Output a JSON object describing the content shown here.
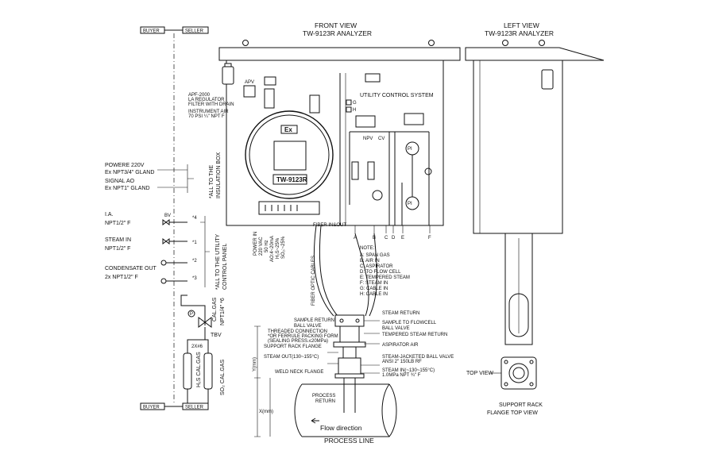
{
  "views": {
    "front_title": "FRONT VIEW",
    "front_subtitle": "TW-9123R ANALYZER",
    "left_title": "LEFT VIEW",
    "left_subtitle": "TW-9123R ANALYZER",
    "top_view": "TOP VIEW",
    "support_rack_1": "SUPPORT RACK",
    "support_rack_2": "FLANGE TOP VIEW"
  },
  "boundary": {
    "buyer": "BUYER",
    "seller": "SELLER"
  },
  "analyzer": {
    "ex_label": "Ex",
    "model": "TW-9123R",
    "utility_title": "UTILITY CONTROL SYSTEM",
    "fiber": "FIBER IN&OUT",
    "apv": "APV",
    "filter_1": "APF-2000",
    "filter_2": "LA REGULATOR",
    "filter_3": "FILTER WITH DRAIN",
    "filter_4": "INSTRUMENT AIR",
    "filter_5": "70 PSI ¼\" NPT F",
    "g": "G",
    "h": "H",
    "npv": "NPV",
    "cv": "CV",
    "pi": "PI"
  },
  "power": {
    "l1": "POWER IN",
    "l2": "220 VAC",
    "l3": "50 Hz",
    "s1": "AO:4~20mA",
    "s2": "H₂S~25%",
    "s3": "SO₂:~25%"
  },
  "ports": [
    "A",
    "B",
    "C",
    "D",
    "E",
    "F"
  ],
  "notes": {
    "title": "NOTE:",
    "items": [
      "A: SPAN GAS",
      "B: AIR IN",
      "C: ASPIRATOR",
      "D: TO FLOW CELL",
      "E: TEMPERED STEAM",
      "F: STEAM IN",
      "G: CABLE IN",
      "H: CABLE IN"
    ]
  },
  "left_labels": {
    "power_1": "POWERE 220V",
    "power_2": "Ex NPT3/4\" GLAND",
    "signal_1": "SIGNAL AO",
    "signal_2": "Ex NPT1\" GLAND",
    "insulation_1": "*ALL TO THE",
    "insulation_2": "INSULATION BOX",
    "ia_1": "I.A.",
    "ia_2": "NPT1/2\" F",
    "steam_1": "STEAM IN",
    "steam_2": "NPT1/2\" F",
    "cond_1": "CONDENSATE OUT",
    "cond_2": "2x NPT1/2\" F",
    "utility_1": "*ALL TO THE UTILITY",
    "utility_2": "CONTROL PANEL",
    "bv": "BV",
    "n4": "*4",
    "n1": "*1",
    "n2": "*2",
    "n3": "*3",
    "cal_1": "CAL.GAS",
    "cal_2": "NPT1/4\" *6",
    "tbv": "TBV",
    "p": "P",
    "twox": "2X#6",
    "h2s_cal": "H₂S CAL.GAS",
    "so2_cal": "SO₂ CAL.GAS"
  },
  "probe": {
    "fiber_cables": "FIBER OPTIC CABLES",
    "steam_return": "STEAM RETURN",
    "sample_return": "SAMPLE RETURN",
    "sample_flowcell": "SAMPLE TO FLOWCELL",
    "ball_valve_1": "BALL VALVE",
    "ball_valve_2": "BALL VALVE",
    "tempered_return": "TEMPERED STEAM RETURN",
    "threaded": "THREADED CONNECTION",
    "ferrule_1": "*OR FERRULE PACKING FORM",
    "ferrule_2": "(SEALING PRESS.≤20MPa)",
    "rack_flange": "SUPPORT RACK FLANGE",
    "aspirator_air": "ASPIRATOR AIR",
    "steam_out": "STEAM OUT(130~155°C)",
    "jacketed_1": "STEAM-JACKETED BALL VALVE",
    "jacketed_2": "ANSI 2\" 150LB RF",
    "steam_in_1": "STEAM IN(~130~155°C)",
    "steam_in_2": "1.0MPa NPT ¾\" F",
    "weld_neck": "WELD NECK FLANGE",
    "process_return_1": "PROCESS",
    "process_return_2": "RETURN",
    "y_dim": "Y(mm)",
    "x_dim": "X(mm)",
    "flow": "Flow direction",
    "process_line": "PROCESS LINE"
  }
}
